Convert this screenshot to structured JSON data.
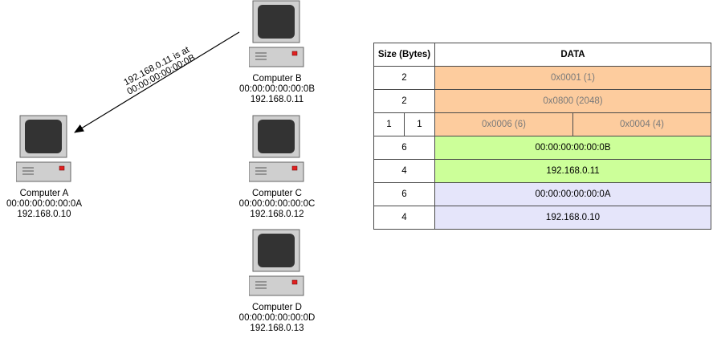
{
  "computers": {
    "a": {
      "name": "Computer A",
      "mac": "00:00:00:00:00:0A",
      "ip": "192.168.0.10"
    },
    "b": {
      "name": "Computer B",
      "mac": "00:00:00:00:00:0B",
      "ip": "192.168.0.11"
    },
    "c": {
      "name": "Computer C",
      "mac": "00:00:00:00:00:0C",
      "ip": "192.168.0.12"
    },
    "d": {
      "name": "Computer D",
      "mac": "00:00:00:00:00:0D",
      "ip": "192.168.0.13"
    }
  },
  "message": {
    "line1": "192.168.0.11 is at",
    "line2": "00:00:00:00:00:0B"
  },
  "table": {
    "header_size": "Size (Bytes)",
    "header_data": "DATA",
    "rows": [
      {
        "size": "2",
        "data": "0x0001 (1)"
      },
      {
        "size": "2",
        "data": "0x0800 (2048)"
      },
      {
        "size_a": "1",
        "size_b": "1",
        "data_a": "0x0006 (6)",
        "data_b": "0x0004 (4)"
      },
      {
        "size": "6",
        "data": "00:00:00:00:00:0B"
      },
      {
        "size": "4",
        "data": "192.168.0.11"
      },
      {
        "size": "6",
        "data": "00:00:00:00:00:0A"
      },
      {
        "size": "4",
        "data": "192.168.0.10"
      }
    ]
  },
  "colors": {
    "header_fields": "#fdcc9e",
    "sender_fields": "#ccff99",
    "target_fields": "#e5e5fa"
  }
}
